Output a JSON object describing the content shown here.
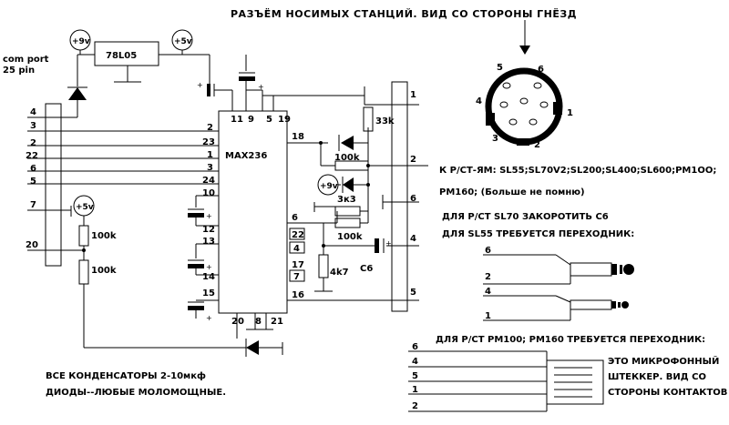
{
  "title": "РАЗЪЁМ НОСИМЫХ СТАНЦИЙ. ВИД СО СТОРОНЫ ГНЁЗД",
  "com_port_label": [
    "com port",
    "25 pin"
  ],
  "regulator": {
    "label": "78L05",
    "vin": "+9v",
    "vout": "+5v"
  },
  "supply_labels": {
    "plus9_mid": "+9v",
    "plus5_left": "+5v"
  },
  "ic": {
    "name": "MAX236",
    "left_pins": [
      "2",
      "23",
      "1",
      "3",
      "24",
      "10",
      "12",
      "13",
      "14",
      "15"
    ],
    "right_pins": [
      "18",
      "6",
      "22",
      "4",
      "17",
      "7",
      "16"
    ],
    "top_pins": [
      "11",
      "9",
      "5",
      "19"
    ],
    "bottom_pins": [
      "20",
      "8",
      "21"
    ]
  },
  "com_pins": [
    "4",
    "3",
    "2",
    "22",
    "6",
    "5",
    "7",
    "20"
  ],
  "resistors": {
    "r33k": "33k",
    "r100k_a": "100k",
    "r3k3": "3к3",
    "r100k_b": "100k",
    "r4k7": "4k7",
    "r100k_left1": "100k",
    "r100k_left2": "100k"
  },
  "capacitor_c6": "C6",
  "connector_pins": [
    "1",
    "2",
    "6",
    "4",
    "5"
  ],
  "din_pins": [
    "5",
    "6",
    "4",
    "1",
    "3",
    "2"
  ],
  "notes": {
    "radios_line1": "К Р/СТ-ЯМ: SL55;SL70V2;SL200;SL400;SL600;PM1OO;",
    "radios_line2": "PM160; (Больше не помню)",
    "sl70": "ДЛЯ Р/СТ SL70 ЗАКОРОТИТЬ С6",
    "sl55": "ДЛЯ SL55 ТРЕБУЕТСЯ ПЕРЕХОДНИК:",
    "pm": "ДЛЯ Р/СТ РМ100; РМ160 ТРЕБУЕТСЯ ПЕРЕХОДНИК:",
    "mic": [
      "ЭТО МИКРОФОННЫЙ",
      "ШТЕККЕР. ВИД СО",
      "СТОРОНЫ КОНТАКТОВ"
    ],
    "caps": "ВСЕ КОНДЕНСАТОРЫ 2-10мкф",
    "diodes": "ДИОДЫ--ЛЮБЫЕ МОЛОМОЩНЫЕ."
  },
  "sl55_adapter_pins": [
    "6",
    "2",
    "4",
    "1"
  ],
  "pm_adapter_pins": [
    "6",
    "4",
    "5",
    "1",
    "2"
  ]
}
